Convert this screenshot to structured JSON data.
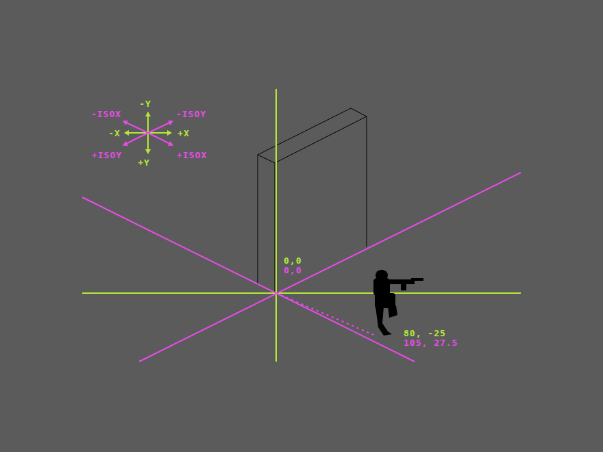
{
  "diagram": {
    "labels": [
      "-Y",
      "-ISOX",
      "-ISOY",
      "-X",
      "+X",
      "+ISOY",
      "+Y",
      "+ISOX",
      "0,0",
      "0,0",
      "80, -25",
      "105, 27.5"
    ]
  }
}
